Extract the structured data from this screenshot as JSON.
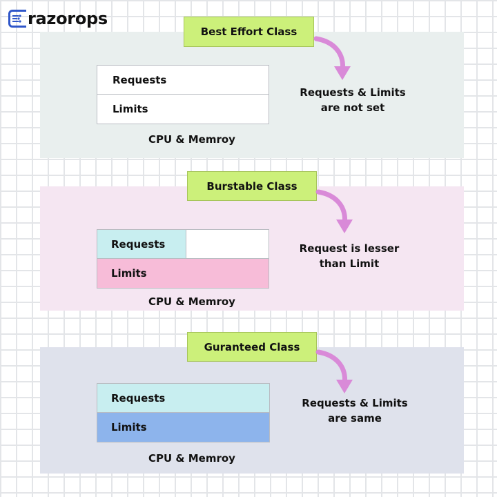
{
  "logo": {
    "text": "razorops",
    "icon": "razorops-logo-icon"
  },
  "colors": {
    "title_fill": "#ccf07a",
    "panel_best_effort": "#e9efee",
    "panel_burstable": "#f5e6f2",
    "panel_guaranteed": "#dfe2ec",
    "requests_fill": "#c8eef0",
    "limits_burstable_fill": "#f7bcd8",
    "limits_guaranteed_fill": "#8db4ec",
    "arrow": "#d98ad8"
  },
  "classes": [
    {
      "title": "Best Effort Class",
      "requests_label": "Requests",
      "limits_label": "Limits",
      "caption": "CPU & Memroy",
      "description_line1": "Requests & Limits",
      "description_line2": "are not set"
    },
    {
      "title": "Burstable Class",
      "requests_label": "Requests",
      "limits_label": "Limits",
      "caption": "CPU & Memroy",
      "description_line1": "Request is lesser",
      "description_line2": "than Limit"
    },
    {
      "title": "Guranteed Class",
      "requests_label": "Requests",
      "limits_label": "Limits",
      "caption": "CPU & Memroy",
      "description_line1": "Requests & Limits",
      "description_line2": "are same"
    }
  ]
}
